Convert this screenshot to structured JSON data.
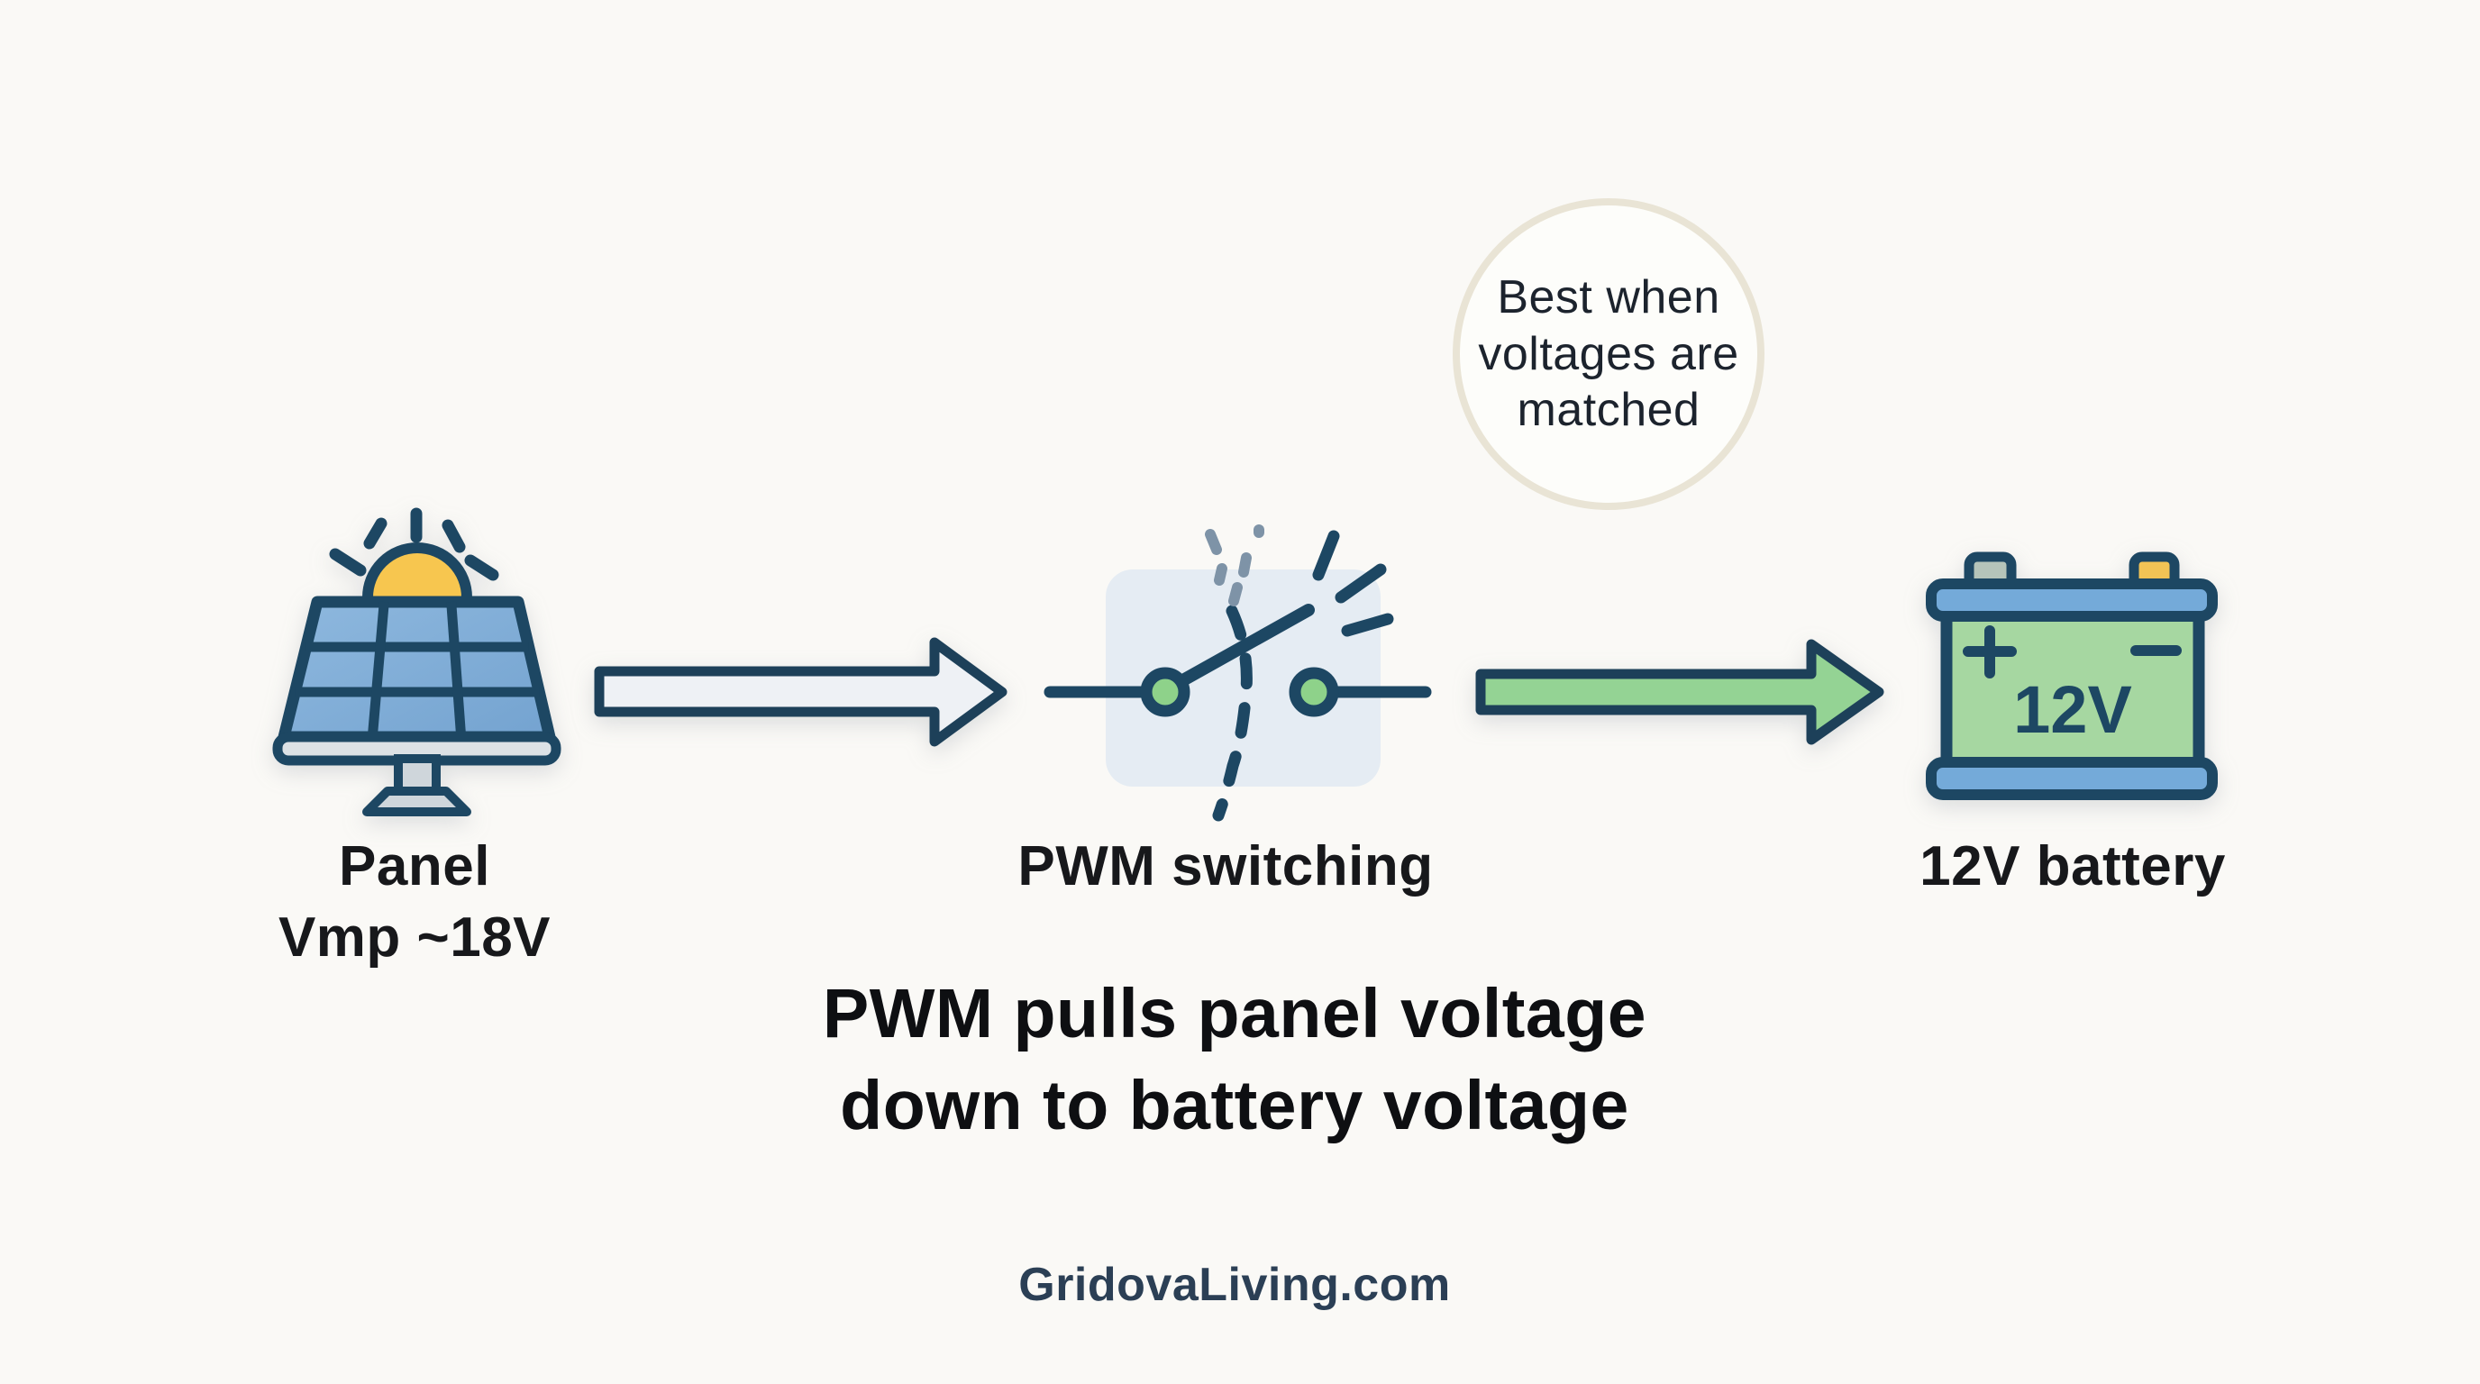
{
  "page": {
    "background": "#faf9f6"
  },
  "bubble": {
    "lines": [
      "Best when",
      "voltages are",
      "matched"
    ],
    "border_color": "#e9e4d5"
  },
  "flow": {
    "panel": {
      "icon": "solar-panel-icon",
      "label_lines": [
        "Panel",
        "Vmp ~18V"
      ]
    },
    "arrow1": {
      "icon": "arrow-right-icon",
      "fill": "#eef1f5"
    },
    "pwm": {
      "icon": "pwm-switch-icon",
      "label": "PWM switching"
    },
    "arrow2": {
      "icon": "arrow-right-icon",
      "fill": "#94d394"
    },
    "battery": {
      "icon": "battery-icon",
      "label": "12V battery",
      "voltage": "12V",
      "plus": "+",
      "minus": "−"
    }
  },
  "caption": {
    "lines": [
      "PWM pulls panel voltage",
      "down to battery voltage"
    ]
  },
  "footer": {
    "text": "GridovaLiving.com"
  },
  "colors": {
    "navy_outline": "#1d4763",
    "panel_cell_blue": "#7fabd6",
    "sun_yellow": "#f7c64f",
    "switch_bg": "#e5ecf3",
    "terminal_green": "#8ed28a",
    "arrow_green": "#94d394",
    "arrow_white": "#eef1f5",
    "battery_body_green": "#a6d7a1",
    "battery_cap_blue": "#74aad9",
    "battery_terminal_yellow": "#f2c355",
    "battery_terminal_gray": "#b5c4ba",
    "gray_dash": "#7e93a7",
    "text_dark": "#17181b",
    "footer_navy": "#2b3f55",
    "bubble_border": "#e9e4d5",
    "background": "#faf9f6"
  }
}
